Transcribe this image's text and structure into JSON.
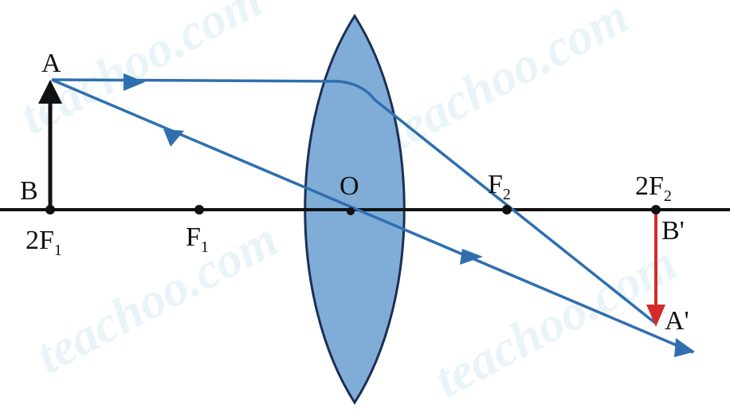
{
  "watermark": "teachoo.com",
  "labels": {
    "A": "A",
    "B": "B",
    "two_f1_base": "2F",
    "two_f1_sub": "1",
    "f1_base": "F",
    "f1_sub": "1",
    "O": "O",
    "f2_base": "F",
    "f2_sub": "2",
    "two_f2_base": "2F",
    "two_f2_sub": "2",
    "b_prime": "B'",
    "a_prime": "A'"
  },
  "colors": {
    "axis": "#111111",
    "object_arrow": "#111111",
    "ray": "#2f6fb0",
    "ray_light": "#6aa7d8",
    "lens_fill": "#6a9fd0",
    "lens_stroke": "#1c2f55",
    "image_arrow": "#d42a2a"
  }
}
